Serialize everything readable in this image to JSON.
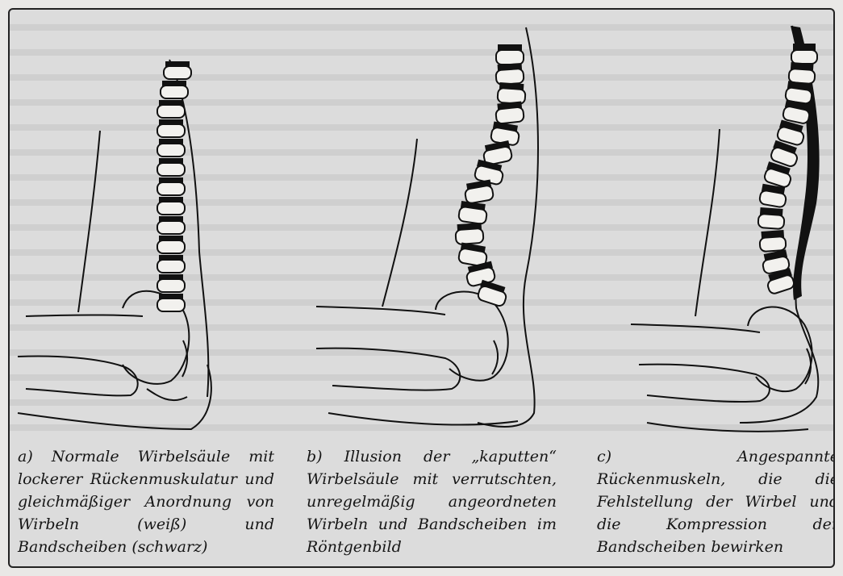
{
  "figures": [
    {
      "caption": "a) Normale Wirbelsäule mit lockerer Rückenmuskulatur und gleichmäßiger Anordnung von Wirbeln (weiß) und Bandscheiben (schwarz)"
    },
    {
      "caption": "b) Illusion der „kaputten“ Wirbelsäule mit verrutschten, unregelmäßig angeordneten Wirbeln und Bandscheiben im Röntgenbild"
    },
    {
      "caption": "c) Angespannte Rückenmuskeln, die die Fehlstellung der Wirbel und die Kompression der Bandscheiben bewirken"
    }
  ],
  "colors": {
    "background": "#dcdcdc",
    "ink": "#111111",
    "vertebra": "#f2f1ee"
  }
}
